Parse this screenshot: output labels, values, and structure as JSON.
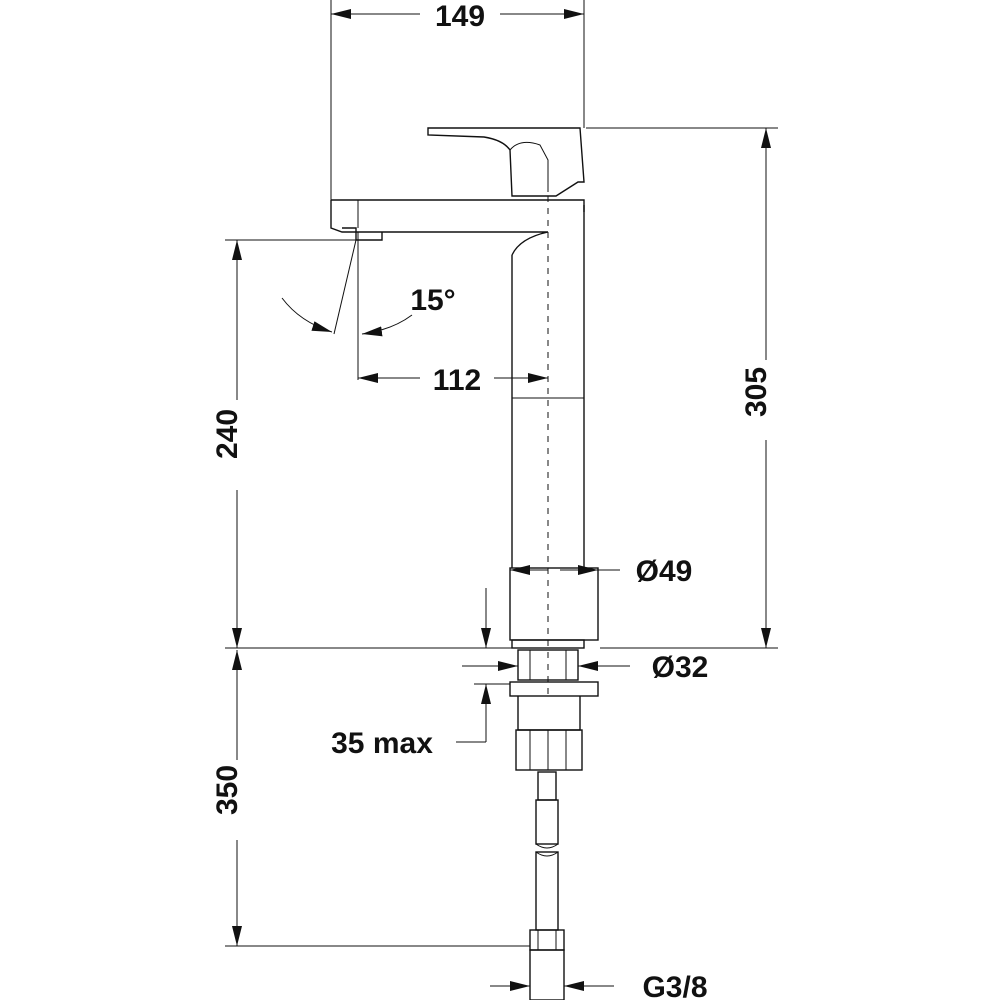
{
  "dimensions": {
    "width_top": "149",
    "height_total": "305",
    "angle": "15°",
    "spout_reach": "112",
    "spout_height": "240",
    "body_diameter": "Ø49",
    "shank_diameter": "Ø32",
    "deck_thickness": "35 max",
    "hose_length": "350",
    "connection": "G3/8"
  },
  "colors": {
    "line": "#111111",
    "background": "#ffffff"
  }
}
